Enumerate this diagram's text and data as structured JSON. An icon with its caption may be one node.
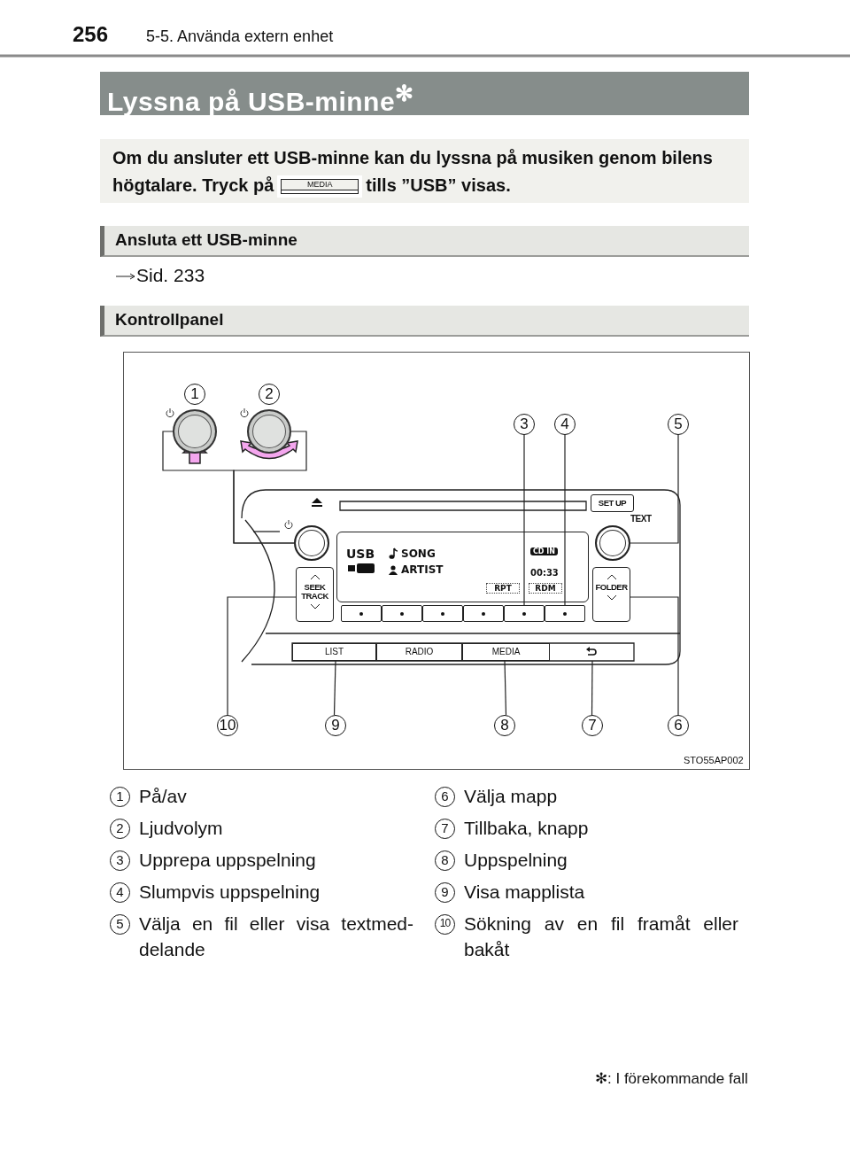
{
  "diagram": {
    "title": "Lyssna på USB-minne$^{✻}$",
    "nodes": [
      {
        "text": [
          "Om du ansluter ett USB-minne kan du lyssna på musiken genom bilens högtalare. Tryck på",
          "tills ”USB” visas."
        ]
      },
      {
        "text": [
          "MEDIA"
        ],
        "in": 0
      },
      {
        "text": [
          "Ansluta ett USB-minne"
        ]
      },
      {
        "text": [
          "Kontrollpanel"
        ]
      },
      {
        "text": [
          "1"
        ]
      },
      {
        "text": [
          "2"
        ]
      },
      {
        "text": [],
        "shape": "circle"
      },
      {
        "text": [],
        "shape": "circle"
      },
      {
        "text": [
          "3"
        ]
      },
      {
        "text": [
          "4"
        ]
      },
      {
        "text": [
          "5"
        ]
      },
      {
        "text": [],
        "shape": "box"
      },
      {
        "text": [
          "SET UP"
        ]
      },
      {
        "text": [],
        "shape": "circle"
      },
      {
        "text": [
          "USB",
          "SONG",
          "ARTIST",
          "CD IN",
          "00:33",
          "RPT",
          "RDM"
        ]
      },
      {
        "text": [],
        "shape": "circle",
        "beside": [
          "TEXT"
        ]
      },
      {
        "text": [
          "SEEK TRACK"
        ]
      },
      {
        "text": [],
        "shape": "box"
      },
      {
        "text": [],
        "shape": "box"
      },
      {
        "text": [],
        "shape": "box"
      },
      {
        "text": [],
        "shape": "box"
      },
      {
        "text": [],
        "shape": "box"
      },
      {
        "text": [],
        "shape": "box"
      },
      {
        "text": [
          "FOLDER"
        ]
      },
      {
        "text": [
          "LIST"
        ]
      },
      {
        "text": [
          "RADIO"
        ]
      },
      {
        "text": [
          "MEDIA"
        ]
      },
      {
        "text": [],
        "shape": "box"
      },
      {
        "text": [
          "10"
        ]
      },
      {
        "text": [
          "9"
        ]
      },
      {
        "text": [
          "8"
        ]
      },
      {
        "text": [
          "7"
        ]
      },
      {
        "text": [
          "6"
        ]
      }
    ],
    "edges": [
      {
        "from": 6,
        "to": 13,
        "arrow": "none"
      },
      {
        "from": 7,
        "to": 13,
        "arrow": "none"
      },
      {
        "from": 8,
        "to": 21,
        "arrow": "none"
      },
      {
        "from": 9,
        "to": 22,
        "arrow": "none"
      },
      {
        "from": 10,
        "to": 15,
        "arrow": "none"
      },
      {
        "from": 32,
        "to": 23,
        "arrow": "none"
      },
      {
        "from": 31,
        "to": 27,
        "arrow": "none"
      },
      {
        "from": 30,
        "to": 26,
        "arrow": "none"
      },
      {
        "from": 29,
        "to": 24,
        "arrow": "none"
      },
      {
        "from": 28,
        "to": 16,
        "arrow": "none"
      }
    ],
    "labels": [
      "256",
      "5-5. Använda extern enhet",
      "Sid. 233",
      "STO55AP002",
      "1",
      "På/av",
      "6",
      "Välja mapp",
      "2",
      "Ljudvolym",
      "7",
      "Tillbaka, knapp",
      "3",
      "Upprepa uppspelning",
      "8",
      "Uppspelning",
      "4",
      "Slumpvis uppspelning",
      "9",
      "Visa mapplista",
      "5",
      "Välja en fil eller visa textmed-delande",
      "10",
      "Sökning av en fil framåt eller bakåt",
      "✻: I förekommande fall"
    ]
  }
}
